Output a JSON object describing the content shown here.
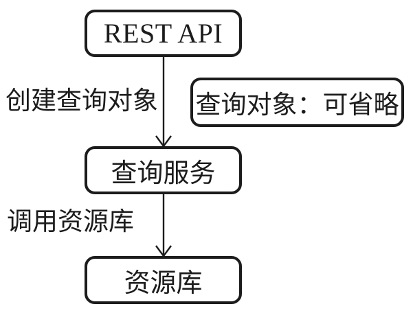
{
  "diagram": {
    "nodes": [
      {
        "name": "rest-api",
        "label": "REST API"
      },
      {
        "name": "note",
        "label": "查询对象：可省略"
      },
      {
        "name": "query-service",
        "label": "查询服务"
      },
      {
        "name": "repository",
        "label": "资源库"
      }
    ],
    "edges": [
      {
        "name": "create-query-object",
        "label": "创建查询对象",
        "from": "rest-api",
        "to": "query-service"
      },
      {
        "name": "call-repository",
        "label": "调用资源库",
        "from": "query-service",
        "to": "repository"
      }
    ],
    "colors": {
      "stroke": "#1c1c1c",
      "text": "#1c1c1c",
      "background": "#ffffff"
    }
  }
}
